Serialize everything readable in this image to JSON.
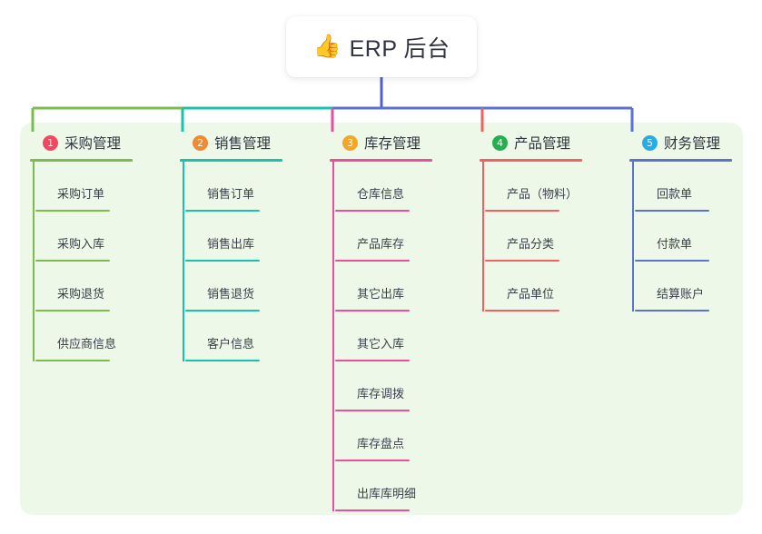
{
  "diagram": {
    "type": "mind-map",
    "background": "#ffffff",
    "canvas_color": "#eef8e9",
    "root": {
      "icon": "thumbs-up-icon",
      "emoji": "👍",
      "title": "ERP 后台",
      "box_color": "#ffffff",
      "text_color": "#2f3440"
    },
    "trunk_color": "#5060c8",
    "branches": [
      {
        "index": "1",
        "badge_number": "1",
        "badge_color": "#f4465f",
        "line_color": "#7cbc4e",
        "title": "采购管理",
        "items": [
          {
            "label": "采购订单"
          },
          {
            "label": "采购入库"
          },
          {
            "label": "采购退货"
          },
          {
            "label": "供应商信息"
          }
        ]
      },
      {
        "index": "2",
        "badge_number": "2",
        "badge_color": "#f08b33",
        "line_color": "#18c2ae",
        "title": "销售管理",
        "items": [
          {
            "label": "销售订单"
          },
          {
            "label": "销售出库"
          },
          {
            "label": "销售退货"
          },
          {
            "label": "客户信息"
          }
        ]
      },
      {
        "index": "3",
        "badge_number": "3",
        "badge_color": "#f5a623",
        "line_color": "#ea4e9c",
        "title": "库存管理",
        "items": [
          {
            "label": "仓库信息"
          },
          {
            "label": "产品库存"
          },
          {
            "label": "其它出库"
          },
          {
            "label": "其它入库"
          },
          {
            "label": "库存调拨"
          },
          {
            "label": "库存盘点"
          },
          {
            "label": "出库库明细"
          }
        ]
      },
      {
        "index": "4",
        "badge_number": "4",
        "badge_color": "#27ae4f",
        "line_color": "#f2605d",
        "title": "产品管理",
        "items": [
          {
            "label": "产品（物料）"
          },
          {
            "label": "产品分类"
          },
          {
            "label": "产品单位"
          }
        ]
      },
      {
        "index": "5",
        "badge_number": "5",
        "badge_color": "#2aace3",
        "line_color": "#5a72d0",
        "title": "财务管理",
        "items": [
          {
            "label": "回款单"
          },
          {
            "label": "付款单"
          },
          {
            "label": "结算账户"
          }
        ]
      }
    ]
  }
}
